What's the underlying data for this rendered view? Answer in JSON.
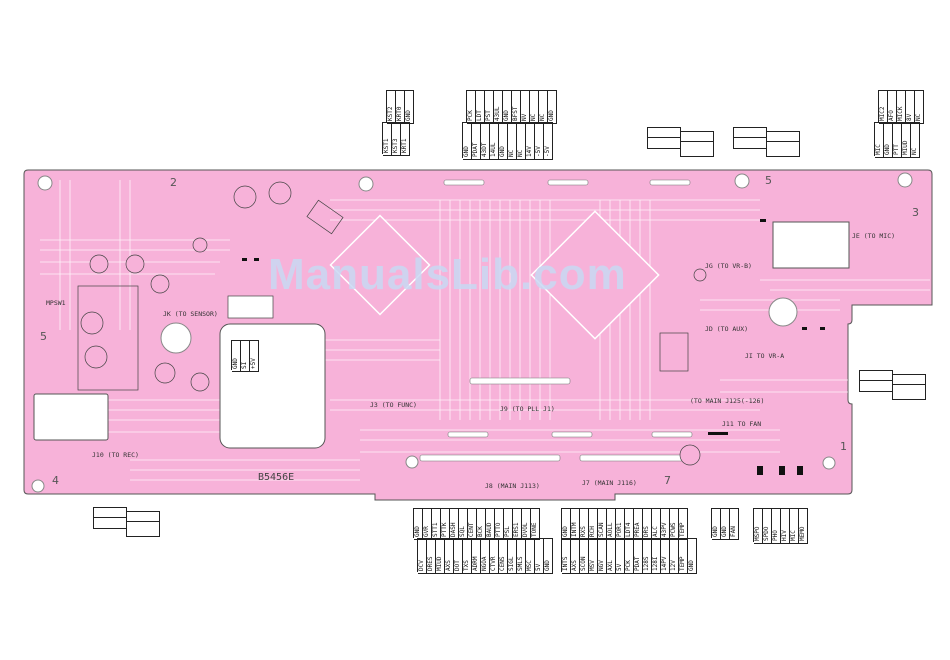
{
  "watermark": "ManualsLib.com",
  "board_id": "B5456E",
  "zones": [
    "2",
    "5",
    "3",
    "5",
    "1",
    "4",
    "7"
  ],
  "connector_labels": {
    "jk": "JK (TO SENSOR)",
    "je": "JE (TO MIC)",
    "jg": "JG (TO VR-B)",
    "jd": "JD (TO AUX)",
    "ji": "JI TO VR-A",
    "j10": "J10 (TO REC)",
    "j3": "J3 (TO FUNC)",
    "j9": "J9 (TO PLL J1)",
    "jmain": "(TO MAIN J125(-126)",
    "j11": "J11 TO FAN",
    "j8": "J8 (MAIN J113)",
    "j7": "J7 (MAIN J116)",
    "mpsw": "MPSW1"
  },
  "pin_groups": {
    "top_kst_a": [
      "KST1",
      "KST3",
      "KRT1"
    ],
    "top_kst_b": [
      "KST2",
      "KRT0",
      "GND"
    ],
    "top_pck_a": [
      "GND",
      "PDAT",
      "43DT",
      "14UL",
      "GND",
      "NC",
      "NC",
      "14V",
      "-5V",
      "-5V"
    ],
    "top_pck_b": [
      "PCK",
      "LDT",
      "PST",
      "43UL",
      "GND",
      "BFST",
      "NV",
      "NC",
      "NC",
      "GND"
    ],
    "top_mic_a": [
      "MIC",
      "GND",
      "PTT",
      "MIUD",
      "NC"
    ],
    "top_mic_b": [
      "MIC2",
      "AFO",
      "MICK",
      "8V",
      "NC"
    ],
    "bot_a_top": [
      "GND",
      "GVR",
      "STT1",
      "PTTK",
      "DASH",
      "SQL",
      "CENT",
      "BCK",
      "BAUD",
      "PTTO",
      "PSL",
      "ERS1",
      "DVOL",
      "TONE"
    ],
    "bot_a_bottom": [
      "DCV",
      "DRES",
      "MIUD",
      "AXS",
      "DOT",
      "TXS",
      "ADRM",
      "NGOA",
      "CTVR",
      "CENS",
      "SIGL",
      "SMLS",
      "MSC",
      "5V",
      "GND"
    ],
    "bot_b_top": [
      "GND",
      "INTM",
      "RXS",
      "RCH",
      "SCAN",
      "AOLL",
      "POR1",
      "LDT4",
      "PREA",
      "DRS",
      "ALC",
      "43PV",
      "PCWS",
      "TEMP"
    ],
    "bot_b_bottom": [
      "INTS",
      "AXS",
      "SCON",
      "MSV",
      "NGV",
      "AXL",
      "5V",
      "PCK",
      "PDAT",
      "128S",
      "128I",
      "14PV",
      "12V",
      "TEMP",
      "GND"
    ],
    "bot_fan": [
      "GND",
      "GND",
      "FAN"
    ],
    "bot_mic": [
      "MSPO",
      "SPDO",
      "PHO",
      "HIV",
      "MIC",
      "MEMO"
    ],
    "jk_box": [
      "GND",
      "SI",
      "+5V"
    ]
  }
}
